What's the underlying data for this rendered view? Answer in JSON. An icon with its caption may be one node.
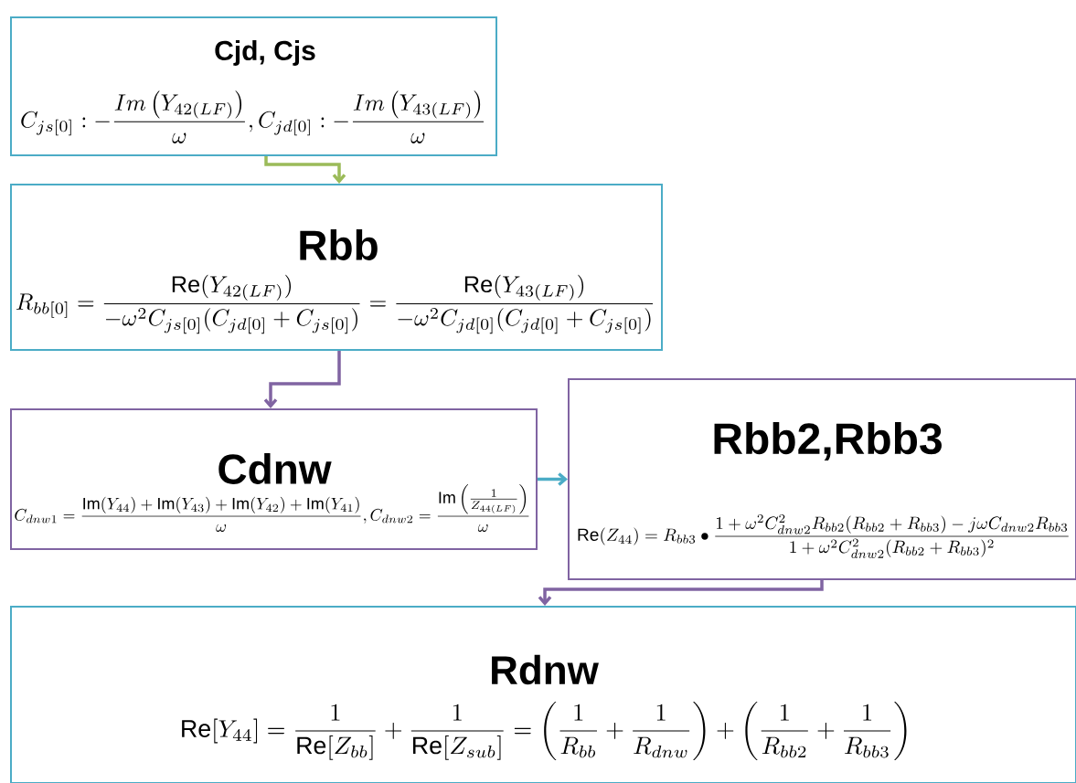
{
  "diagram": {
    "nodes": [
      {
        "text": [
          "Cjd, Cjs",
          "C_{js[0]}:-\\frac{Im\\left(Y_{42(LF)}\\right)}{\\omega},C_{jd[0]}:-\\frac{Im\\left(Y_{43(LF)}\\right)}{\\omega}"
        ]
      },
      {
        "text": [
          "Rbb",
          "R_{bb[0]}=\\frac{\\mathrm{Re}(Y_{42(LF)})}{-\\omega^{2}C_{js[0]}(C_{jd[0]}+C_{js[0]})}=\\frac{\\mathrm{Re}(Y_{43(LF)})}{-\\omega^{2}C_{jd[0]}(C_{jd[0]}+C_{js[0]})}"
        ]
      },
      {
        "text": [
          "Cdnw",
          "C_{dnw1}=\\frac{\\mathrm{Im}(Y_{44})+\\mathrm{Im}(Y_{43})+\\mathrm{Im}(Y_{42})+\\mathrm{Im}(Y_{41})}{\\omega},C_{dnw2}=\\frac{\\mathrm{Im}\\left(\\frac{1}{Z_{44(LF)}}\\right)}{\\omega}"
        ]
      },
      {
        "text": [
          "Rbb2,Rbb3",
          "\\mathrm{Re}(Z_{44})=R_{bb3}\\bullet\\frac{1+\\omega^{2}C_{dnw2}^{2}R_{bb2}(R_{bb2}+R_{bb3})-j\\omega C_{dnw2}R_{bb3}}{1+\\omega^{2}C_{dnw2}^{2}(R_{bb2}+R_{bb3})^{2}}"
        ]
      },
      {
        "text": [
          "Rdnw",
          "\\mathrm{Re}[Y_{44}]=\\frac{1}{\\mathrm{Re}[Z_{bb}]}+\\frac{1}{\\mathrm{Re}[Z_{sub}]}=\\left(\\frac{1}{R_{bb}}+\\frac{1}{R_{dnw}}\\right)+\\left(\\frac{1}{R_{bb2}}+\\frac{1}{R_{bb3}}\\right)"
        ]
      }
    ],
    "edges": [
      {
        "from": 0,
        "to": 1,
        "arrow": "to",
        "color": "#9bbb59"
      },
      {
        "from": 1,
        "to": 2,
        "arrow": "to",
        "color": "#8064a2"
      },
      {
        "from": 2,
        "to": 3,
        "arrow": "to",
        "color": "#4bacc6"
      },
      {
        "from": 3,
        "to": 4,
        "arrow": "to",
        "color": "#8064a2"
      }
    ]
  }
}
